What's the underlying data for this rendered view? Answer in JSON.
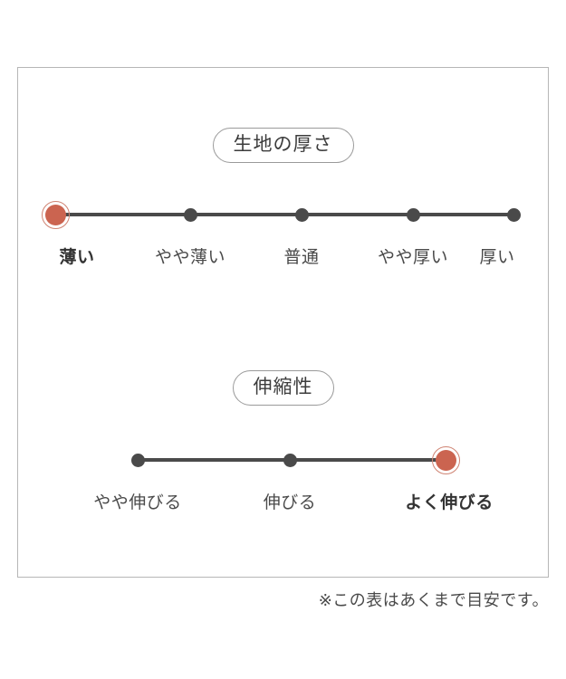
{
  "panel": {
    "border_color": "#b6b6b6",
    "background": "#ffffff"
  },
  "colors": {
    "selected_fill": "#cb6450",
    "selected_ring": "#cf8372",
    "dot": "#4a4a4a",
    "track": "#4a4a4a",
    "text": "#4a4a4a",
    "pill_border": "#9a9a9a"
  },
  "sections": [
    {
      "id": "fabric-thickness",
      "title": "生地の厚さ",
      "selected_index": 0,
      "ticks": [
        {
          "label": "薄い",
          "selected": true
        },
        {
          "label": "やや薄い",
          "selected": false
        },
        {
          "label": "普通",
          "selected": false
        },
        {
          "label": "やや厚い",
          "selected": false
        },
        {
          "label": "厚い",
          "selected": false
        }
      ]
    },
    {
      "id": "stretchiness",
      "title": "伸縮性",
      "selected_index": 2,
      "ticks": [
        {
          "label": "やや伸びる",
          "selected": false
        },
        {
          "label": "伸びる",
          "selected": false
        },
        {
          "label": "よく伸びる",
          "selected": true
        }
      ]
    }
  ],
  "footnote": "※この表はあくまで目安です。"
}
